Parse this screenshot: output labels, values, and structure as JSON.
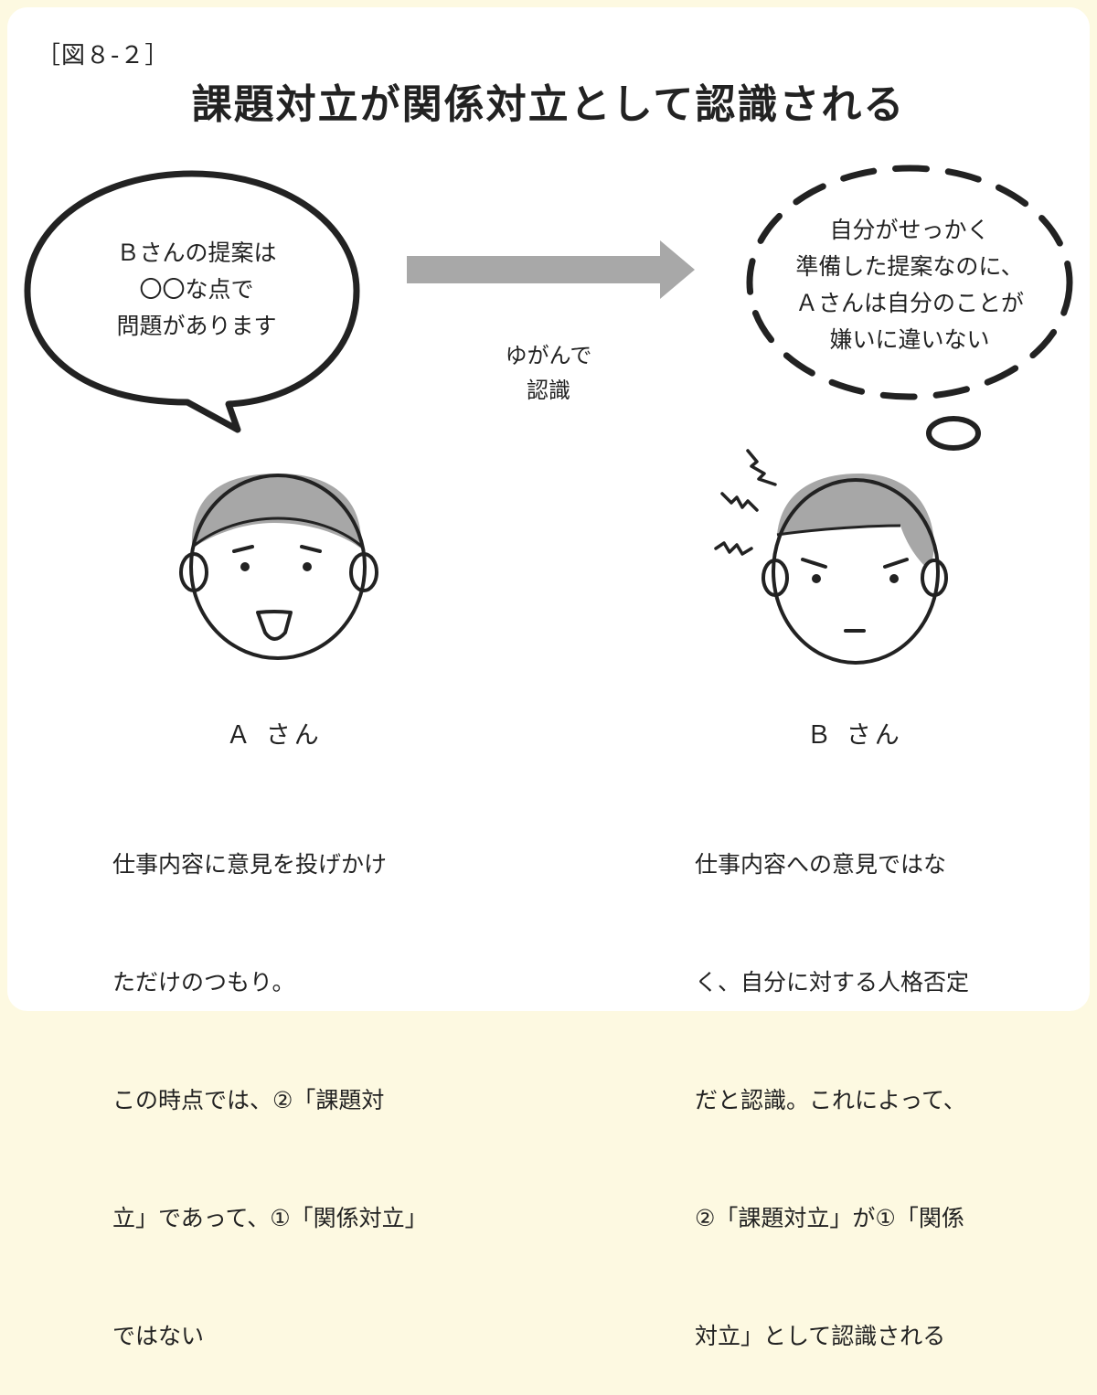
{
  "figure_label": "［図８-２］",
  "title": "課題対立が関係対立として認識される",
  "speech_bubble": {
    "lines": [
      "Ｂさんの提案は",
      "〇〇な点で",
      "問題があります"
    ]
  },
  "arrow": {
    "label_lines": [
      "ゆがんで",
      "認識"
    ]
  },
  "thought_bubble": {
    "lines": [
      "自分がせっかく",
      "準備した提案なのに、",
      "Ａさんは自分のことが",
      "嫌いに違いない"
    ]
  },
  "person_a": {
    "name": "Ａ さん",
    "description_lines": [
      "仕事内容に意見を投げかけ",
      "ただけのつもり。",
      "この時点では、②「課題対",
      "立」であって、①「関係対立」",
      "ではない"
    ]
  },
  "person_b": {
    "name": "Ｂ さん",
    "description_lines": [
      "仕事内容への意見ではな",
      "く、自分に対する人格否定",
      "だと認識。これによって、",
      "②「課題対立」が①「関係",
      "対立」として認識される"
    ]
  },
  "colors": {
    "background": "#fdf9e1",
    "card": "#ffffff",
    "hair": "#a7a7a7",
    "arrow": "#a8a8a8",
    "ink": "#222222"
  }
}
